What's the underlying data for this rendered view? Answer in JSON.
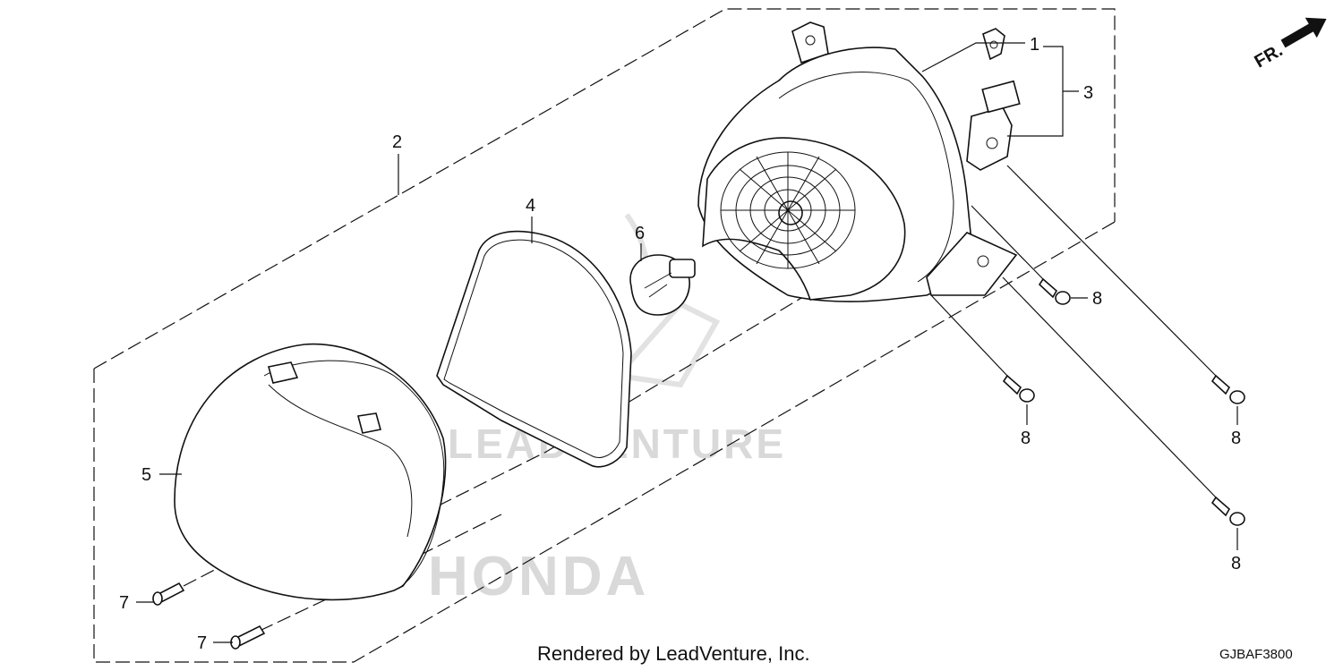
{
  "callouts": {
    "c1": "1",
    "c2": "2",
    "c3": "3",
    "c4": "4",
    "c5": "5",
    "c6": "6",
    "c7a": "7",
    "c7b": "7",
    "c8a": "8",
    "c8b": "8",
    "c8c": "8",
    "c8d": "8"
  },
  "direction_label": "FR.",
  "watermark": {
    "brand": "LEADVENTURE",
    "maker": "HONDA"
  },
  "footer": {
    "rendered_by": "Rendered by LeadVenture, Inc.",
    "diagram_code": "GJBAF3800"
  }
}
